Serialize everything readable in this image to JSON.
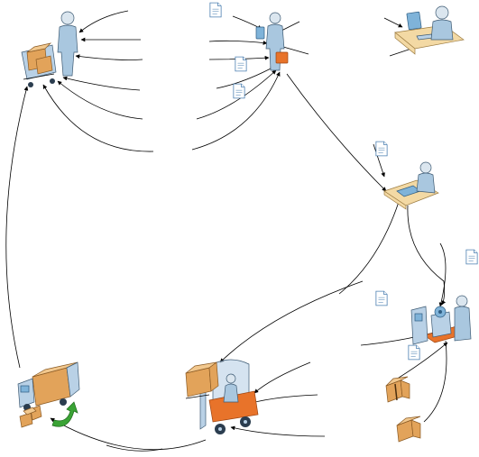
{
  "diagram": {
    "nodes": [
      {
        "id": "shopper",
        "icon": "person-with-shopping-cart-icon"
      },
      {
        "id": "clerk",
        "icon": "person-with-clipboard-and-bag-icon"
      },
      {
        "id": "office-worker",
        "icon": "person-at-computer-desk-icon"
      },
      {
        "id": "planner",
        "icon": "person-at-planning-table-icon"
      },
      {
        "id": "production",
        "icon": "person-at-machine-workstation-icon"
      },
      {
        "id": "forklift",
        "icon": "forklift-with-boxes-icon"
      },
      {
        "id": "delivery",
        "icon": "delivery-truck-with-boxes-icon"
      }
    ],
    "documents": [
      "document-icon",
      "document-icon",
      "document-icon",
      "document-icon",
      "document-icon",
      "document-icon",
      "document-icon",
      "document-icon"
    ],
    "packages": [
      "open-box-icon",
      "closed-box-icon"
    ]
  },
  "colors": {
    "person": "#a9c7df",
    "box": "#e2a35a",
    "forklift": "#e8732a",
    "arrow": "#3aa335",
    "document": "#4a7fb0"
  }
}
